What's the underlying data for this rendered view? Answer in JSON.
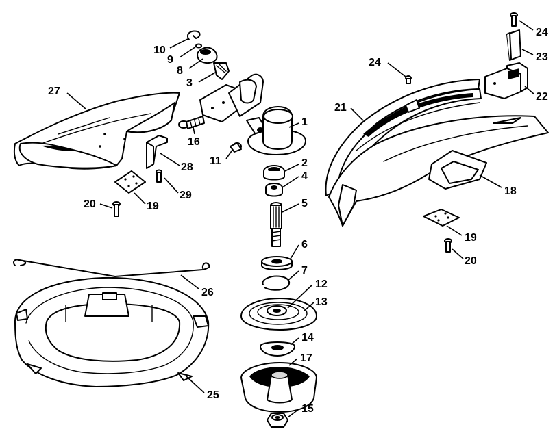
{
  "callouts": {
    "c1": "1",
    "c2": "2",
    "c3": "3",
    "c4": "4",
    "c5": "5",
    "c6": "6",
    "c7": "7",
    "c8": "8",
    "c9": "9",
    "c10": "10",
    "c11": "11",
    "c12": "12",
    "c13": "13",
    "c14": "14",
    "c15": "15",
    "c16": "16",
    "c17": "17",
    "c18": "18",
    "c19a": "19",
    "c19b": "19",
    "c20a": "20",
    "c20b": "20",
    "c21": "21",
    "c22": "22",
    "c23": "23",
    "c24a": "24",
    "c24b": "24",
    "c25": "25",
    "c26": "26",
    "c27": "27",
    "c28": "28",
    "c29": "29"
  }
}
